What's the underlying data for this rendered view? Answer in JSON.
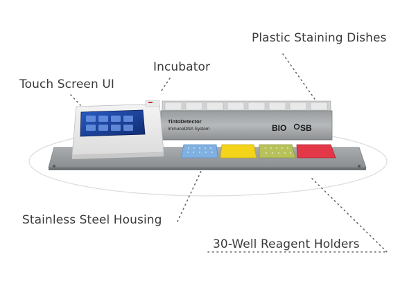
{
  "labels": {
    "plastic_dishes": "Plastic Staining Dishes",
    "incubator": "Incubator",
    "touch_screen": "Touch Screen UI",
    "steel_housing": "Stainless Steel Housing",
    "reagent_holders": "30-Well Reagent Holders"
  },
  "device": {
    "model_line1": "TintoDetector",
    "model_line2": "ImmunoDNA System",
    "brand_left": "BIO",
    "brand_right": "SB"
  },
  "colors": {
    "tray_blue": "#7fb0e0",
    "tray_yellow": "#f4d41a",
    "tray_green": "#b7c25a",
    "tray_red": "#e23848",
    "screen": "#1b3f9a"
  }
}
